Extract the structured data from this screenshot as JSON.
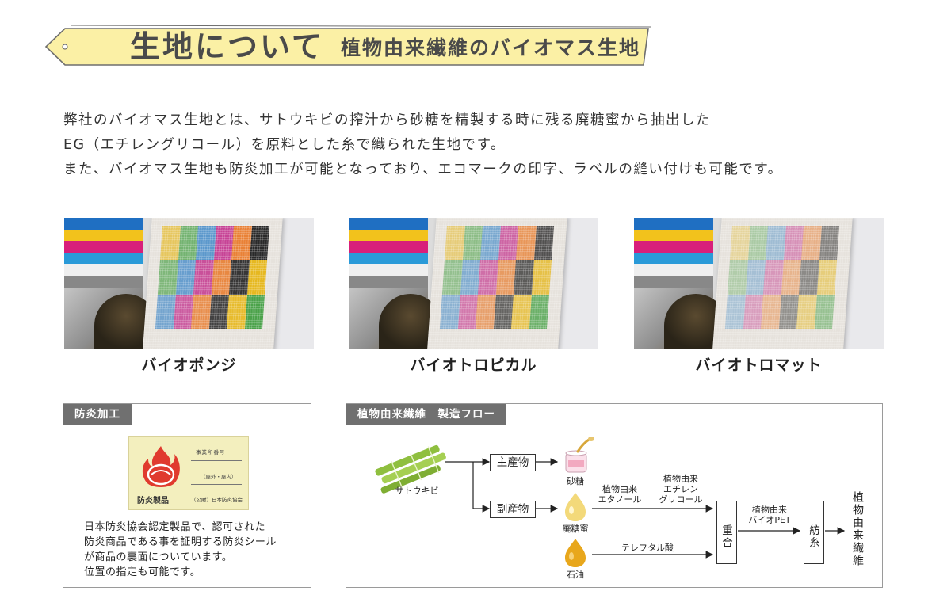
{
  "header": {
    "title": "生地について",
    "subtitle": "植物由来繊維のバイオマス生地"
  },
  "intro": {
    "lines": [
      "弊社のバイオマス生地とは、サトウキビの搾汁から砂糖を精製する時に残る廃糖蜜から抽出した",
      "EG（エチレングリコール）を原料とした糸で織られた生地です。",
      "また、バイオマス生地も防炎加工が可能となっており、エコマークの印字、ラベルの縫い付けも可能です。"
    ]
  },
  "samples": [
    {
      "label": "バイオポンジ",
      "vividness": "high"
    },
    {
      "label": "バイオトロピカル",
      "vividness": "medium"
    },
    {
      "label": "バイオトロマット",
      "vividness": "low"
    }
  ],
  "fire_panel": {
    "title": "防炎加工",
    "seal": {
      "product_label": "防炎製品",
      "reg_number_label": "事業所番号",
      "place_label": "（屋外・屋内）",
      "org_label": "（公財）日本防炎協会"
    },
    "description": [
      "日本防炎協会認定製品で、認可された",
      "防炎商品である事を証明する防炎シール",
      "が商品の裏面についています。",
      "位置の指定も可能です。"
    ]
  },
  "flow_panel": {
    "title": "植物由来繊維　製造フロー",
    "source": "サトウキビ",
    "main_product": "主産物",
    "by_product": "副産物",
    "sugar": "砂糖",
    "molasses": "廃糖蜜",
    "oil": "石油",
    "bio_ethanol": [
      "植物由来",
      "エタノール"
    ],
    "bio_eg": [
      "植物由来",
      "エチレン",
      "グリコール"
    ],
    "terephthalic": "テレフタル酸",
    "polymerize": "重合",
    "bio_pet": [
      "植物由来",
      "バイオPET"
    ],
    "spin": "紡糸",
    "result": "植物由来繊維",
    "colors": {
      "cane": "#8fbf3f",
      "oil": "#e8a71c",
      "molasses": "#f3d97a",
      "arrow": "#222222"
    }
  },
  "colors": {
    "banner_fill": "#fbf0a5",
    "banner_border": "#6e6e6e",
    "panel_header": "#707070",
    "flame": "#e03a2e"
  }
}
